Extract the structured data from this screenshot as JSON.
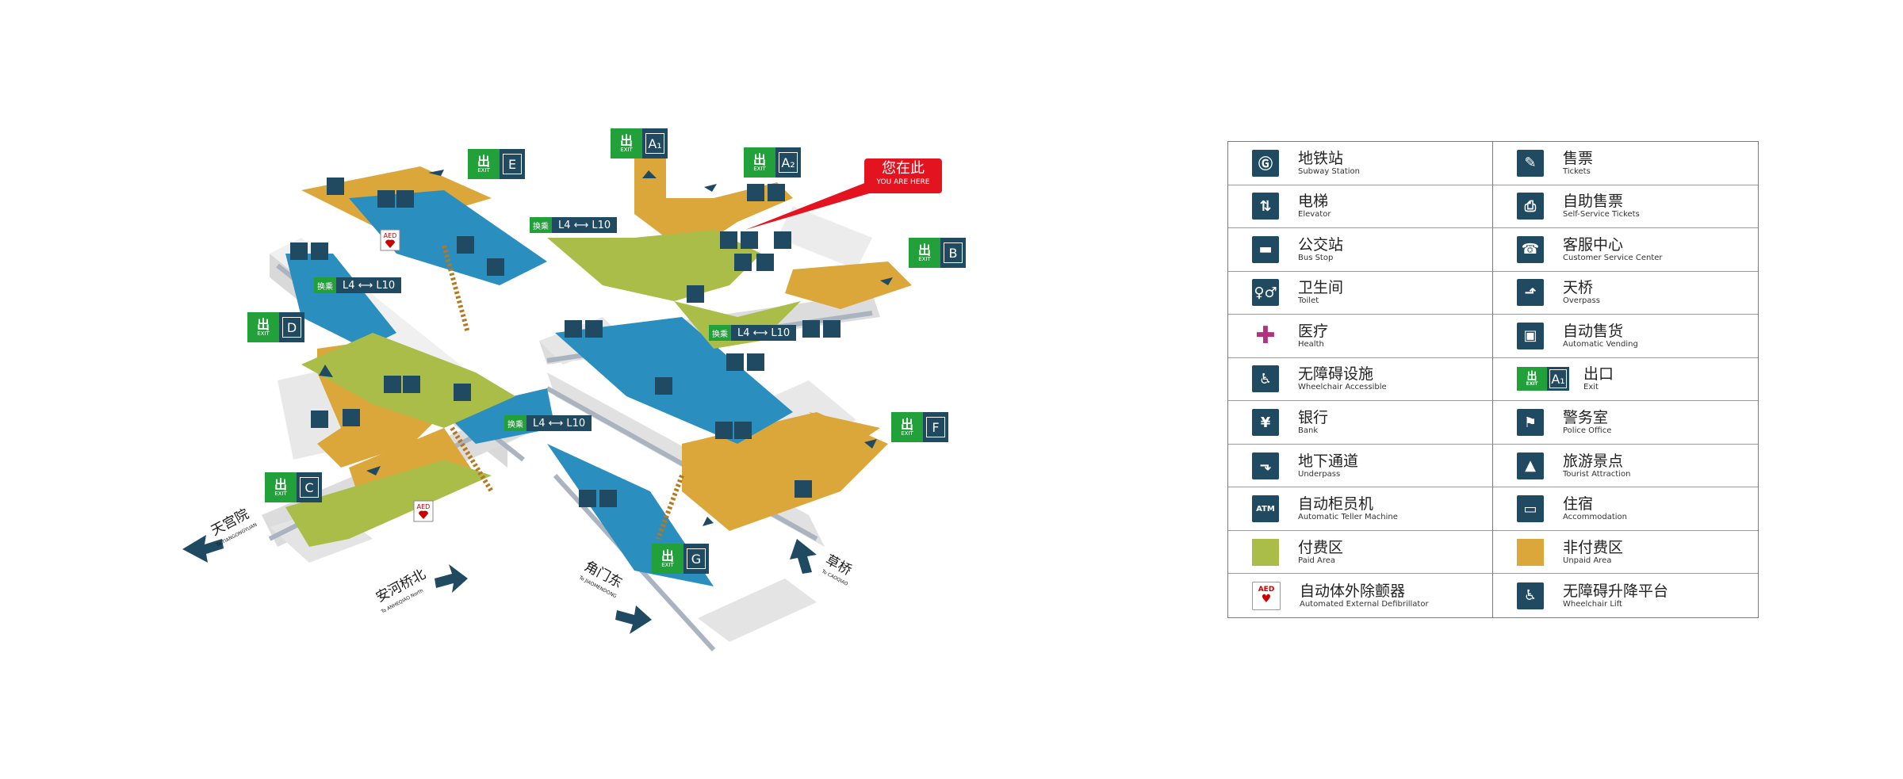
{
  "you_are_here": {
    "zh": "您在此",
    "en": "YOU ARE HERE"
  },
  "exits": [
    {
      "id": "exit-e",
      "letter": "E"
    },
    {
      "id": "exit-a1",
      "letter": "A₁"
    },
    {
      "id": "exit-a2",
      "letter": "A₂"
    },
    {
      "id": "exit-b",
      "letter": "B"
    },
    {
      "id": "exit-d",
      "letter": "D"
    },
    {
      "id": "exit-c",
      "letter": "C"
    },
    {
      "id": "exit-f",
      "letter": "F"
    },
    {
      "id": "exit-g",
      "letter": "G"
    }
  ],
  "exit_word": "EXIT",
  "exit_glyph": "出",
  "transfers": [
    {
      "badge": "换乘",
      "text": "L4 ⟷ L10"
    },
    {
      "badge": "换乘",
      "text": "L4 ⟷ L10"
    },
    {
      "badge": "换乘",
      "text": "L4 ⟷ L10"
    },
    {
      "badge": "换乘",
      "text": "L4 ⟷ L10"
    }
  ],
  "directions": [
    {
      "zh": "天宫院",
      "en": "To TIANGONGYUAN"
    },
    {
      "zh": "安河桥北",
      "en": "To ANHEQIAO North"
    },
    {
      "zh": "角门东",
      "en": "To JIAOMENDONG"
    },
    {
      "zh": "草桥",
      "en": "To CAOQIAO"
    }
  ],
  "aed": "AED",
  "legend": [
    {
      "zh": "地铁站",
      "en": "Subway Station",
      "icon": "subway-icon"
    },
    {
      "zh": "售票",
      "en": "Tickets",
      "icon": "ticket-icon"
    },
    {
      "zh": "电梯",
      "en": "Elevator",
      "icon": "elevator-icon"
    },
    {
      "zh": "自助售票",
      "en": "Self-Service Tickets",
      "icon": "self-ticket-icon"
    },
    {
      "zh": "公交站",
      "en": "Bus Stop",
      "icon": "bus-icon"
    },
    {
      "zh": "客服中心",
      "en": "Customer Service Center",
      "icon": "service-center-icon"
    },
    {
      "zh": "卫生间",
      "en": "Toilet",
      "icon": "toilet-icon"
    },
    {
      "zh": "天桥",
      "en": "Overpass",
      "icon": "overpass-icon"
    },
    {
      "zh": "医疗",
      "en": "Health",
      "icon": "health-icon"
    },
    {
      "zh": "自动售货",
      "en": "Automatic Vending",
      "icon": "vending-icon"
    },
    {
      "zh": "无障碍设施",
      "en": "Wheelchair Accessible",
      "icon": "wheelchair-icon"
    },
    {
      "zh": "出口",
      "en": "Exit",
      "icon": "exit-icon"
    },
    {
      "zh": "银行",
      "en": "Bank",
      "icon": "bank-icon"
    },
    {
      "zh": "警务室",
      "en": "Police Office",
      "icon": "police-icon"
    },
    {
      "zh": "地下通道",
      "en": "Underpass",
      "icon": "underpass-icon"
    },
    {
      "zh": "旅游景点",
      "en": "Tourist Attraction",
      "icon": "tourist-icon"
    },
    {
      "zh": "自动柜员机",
      "en": "Automatic Teller Machine",
      "icon": "atm-icon"
    },
    {
      "zh": "住宿",
      "en": "Accommodation",
      "icon": "accommodation-icon"
    },
    {
      "zh": "付费区",
      "en": "Paid Area",
      "icon": "paid-area-swatch"
    },
    {
      "zh": "非付费区",
      "en": "Unpaid Area",
      "icon": "unpaid-area-swatch"
    },
    {
      "zh": "自动体外除颤器",
      "en": "Automated External Defibrillator",
      "icon": "aed-icon"
    },
    {
      "zh": "无障碍升降平台",
      "en": "Wheelchair Lift",
      "icon": "wheelchair-lift-icon"
    }
  ],
  "legend_glyphs": {
    "subway": "Ⓖ",
    "ticket": "✎",
    "elevator": "⇅",
    "self_ticket": "⎙",
    "bus": "▬",
    "service": "☎",
    "toilet": "♀♂",
    "overpass": "⬏",
    "health": "✚",
    "vending": "▣",
    "wheelchair": "♿",
    "bank": "¥",
    "police": "⚑",
    "underpass": "⬎",
    "tourist": "▲",
    "atm": "ATM",
    "accommodation": "▭",
    "lift": "♿"
  },
  "colors": {
    "paid": "#a9bd48",
    "unpaid": "#dba73a",
    "track": "#2a8fbf",
    "exit": "#22a13a",
    "dark": "#1f4a62",
    "here": "#e3141f"
  }
}
